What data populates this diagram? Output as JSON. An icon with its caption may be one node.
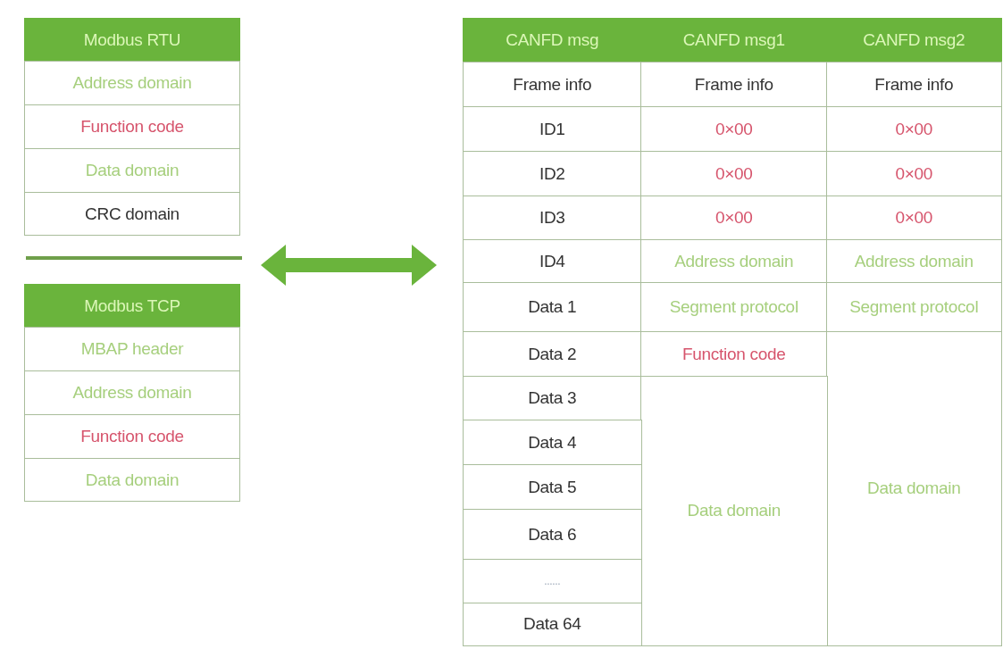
{
  "diagram": {
    "nodes": [
      {
        "text": [
          "Modbus RTU",
          "Address domain",
          "Function code",
          "Data domain",
          "CRC domain"
        ]
      },
      {
        "text": [
          "Modbus TCP",
          "MBAP header",
          "Address domain",
          "Function code",
          "Data domain"
        ]
      },
      {
        "text": [
          "CANFD msg",
          "CANFD msg1",
          "CANFD msg2",
          "Frame info",
          "Frame info",
          "Frame info",
          "ID1",
          "0×00",
          "0×00",
          "ID2",
          "0×00",
          "0×00",
          "ID3",
          "0×00",
          "0×00",
          "ID4",
          "Address domain",
          "Address domain",
          "Data 1",
          "Segment protocol",
          "Segment protocol",
          "Data 2",
          "Function code",
          "Data domain",
          "Data 3",
          "Data domain",
          "Data 4",
          "Data 5",
          "Data 6",
          "......",
          "Data 64"
        ]
      }
    ],
    "edges": [
      {
        "from": 0,
        "to": 2,
        "arrow": "both"
      }
    ]
  }
}
